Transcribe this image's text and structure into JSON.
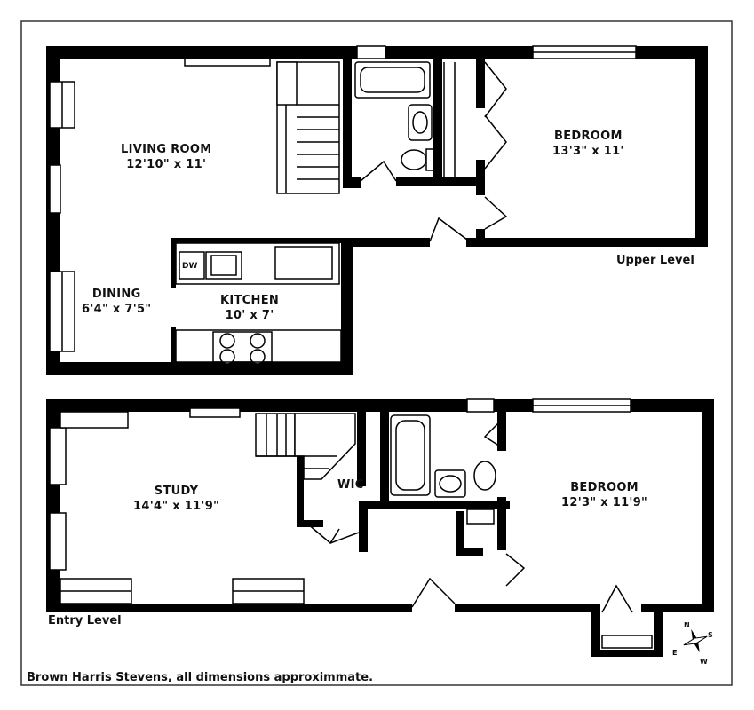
{
  "upper_level": {
    "label": "Upper Level",
    "rooms": {
      "living_room": {
        "name": "LIVING ROOM",
        "dims": "12'10\" x 11'"
      },
      "bedroom": {
        "name": "BEDROOM",
        "dims": "13'3\" x 11'"
      },
      "dining": {
        "name": "DINING",
        "dims": "6'4\" x 7'5\""
      },
      "kitchen": {
        "name": "KITCHEN",
        "dims": "10' x 7'"
      }
    },
    "appliance_dw": "DW"
  },
  "entry_level": {
    "label": "Entry Level",
    "rooms": {
      "study": {
        "name": "STUDY",
        "dims": "14'4\" x 11'9\""
      },
      "wic": {
        "name": "WIC"
      },
      "bedroom": {
        "name": "BEDROOM",
        "dims": "12'3\" x 11'9\""
      }
    }
  },
  "compass": {
    "n": "N",
    "s": "S",
    "e": "E",
    "w": "W"
  },
  "footer": "Brown Harris Stevens, all dimensions approximmate."
}
